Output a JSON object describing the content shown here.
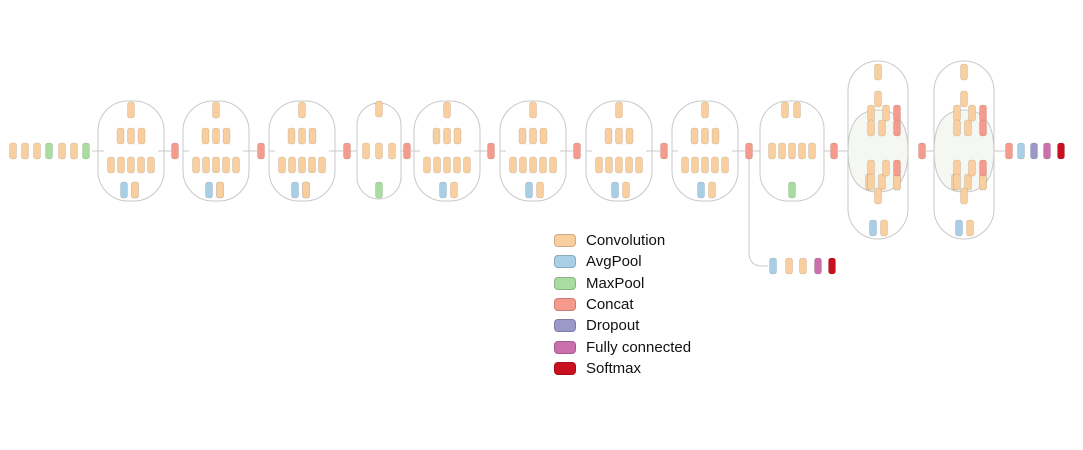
{
  "colors": {
    "convolution": "#f9cf9f",
    "avgpool": "#a8cfe6",
    "maxpool": "#a9dca0",
    "concat": "#f59a8c",
    "dropout": "#9c99c9",
    "fully_connected": "#c970ad",
    "softmax": "#c8101f",
    "outline": "#c9c9c9",
    "module_fill": "#f5f8f2"
  },
  "legend": {
    "items": [
      {
        "key": "convolution",
        "label": "Convolution"
      },
      {
        "key": "avgpool",
        "label": "AvgPool"
      },
      {
        "key": "maxpool",
        "label": "MaxPool"
      },
      {
        "key": "concat",
        "label": "Concat"
      },
      {
        "key": "dropout",
        "label": "Dropout"
      },
      {
        "key": "fully_connected",
        "label": "Fully connected"
      },
      {
        "key": "softmax",
        "label": "Softmax"
      }
    ]
  }
}
